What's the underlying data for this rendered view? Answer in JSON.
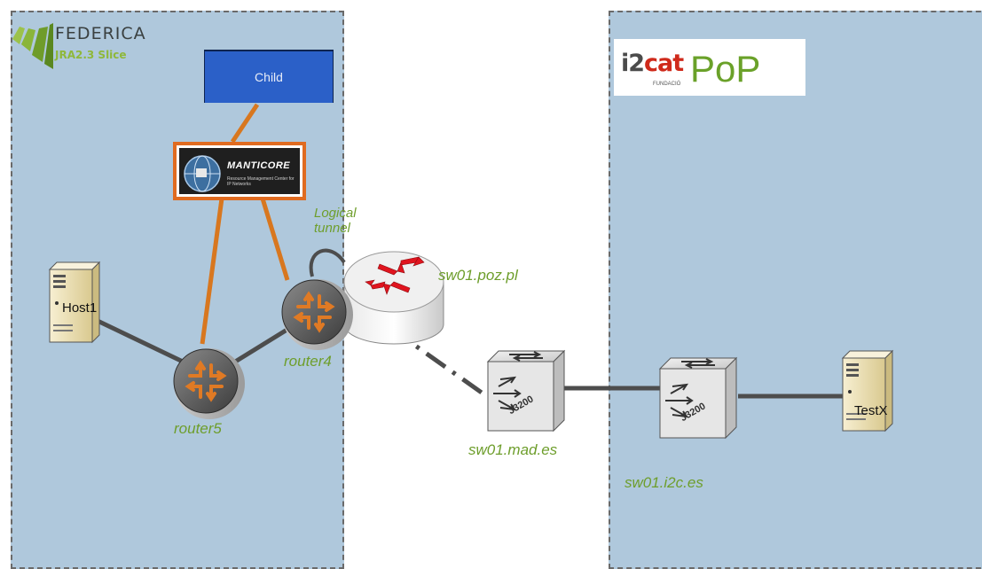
{
  "logos": {
    "federica": {
      "title": "FEDERICA",
      "subtitle": "JRA2.3 Slice"
    },
    "i2cat": {
      "word_i2": "i2",
      "word_cat": "cat",
      "fundacio": "FUNDACIÓ",
      "pop": "PoP"
    },
    "manticore": {
      "title": "MANTICORE",
      "subtitle": "Resource Management Center for IP Networks"
    }
  },
  "nodes": {
    "child": "Child",
    "host1": "Host1",
    "testx": "TestX",
    "router4": "router4",
    "router5": "router5",
    "sw01_poz": "sw01.poz.pl",
    "sw01_mad": "sw01.mad.es",
    "sw01_i2c": "sw01.i2c.es",
    "switch_model": "J3200"
  },
  "annotations": {
    "logical_tunnel_line1": "Logical",
    "logical_tunnel_line2": "tunnel"
  },
  "colors": {
    "zone_fill": "#afc8dc",
    "zone_border": "#6a6a6a",
    "control_link": "#d8771f",
    "data_link": "#4d4d4d",
    "label_green": "#6e9e2c",
    "router_arrows": "#e07a24",
    "core_router_arrows": "#e0141e"
  }
}
